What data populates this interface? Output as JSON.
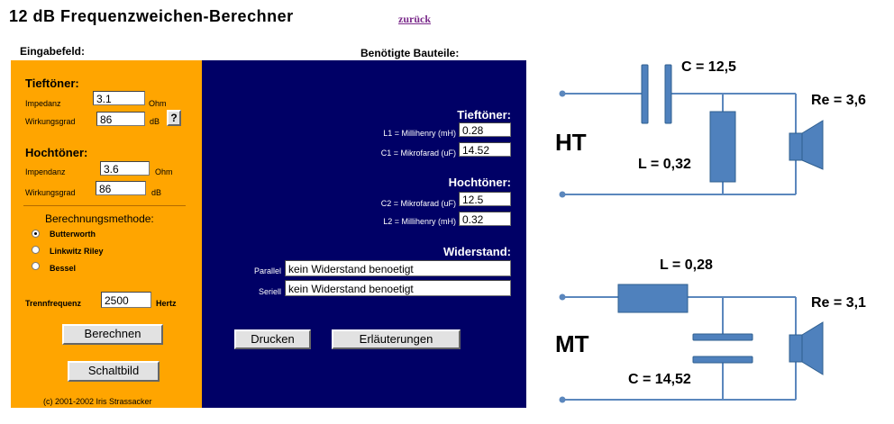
{
  "header": {
    "title": "12 dB Frequenzweichen-Berechner",
    "back_link": "zurück"
  },
  "input_section": {
    "title": "Eingabefeld:",
    "tweeter_low": {
      "title": "Tieftöner:",
      "impedance_label": "Impedanz",
      "impedance_value": "3.1",
      "impedance_unit": "Ohm",
      "efficiency_label": "Wirkungsgrad",
      "efficiency_value": "86",
      "efficiency_unit": "dB",
      "help_label": "?"
    },
    "tweeter_high": {
      "title": "Hochtöner:",
      "impedance_label": "Impendanz",
      "impedance_value": "3.6",
      "impedance_unit": "Ohm",
      "efficiency_label": "Wirkungsgrad",
      "efficiency_value": "86",
      "efficiency_unit": "dB"
    },
    "method": {
      "title": "Berechnungsmethode:",
      "options": [
        "Butterworth",
        "Linkwitz Riley",
        "Bessel"
      ],
      "selected": "Butterworth"
    },
    "crossover": {
      "label": "Trennfrequenz",
      "value": "2500",
      "unit": "Hertz"
    },
    "calc_button": "Berechnen",
    "schematic_button": "Schaltbild",
    "copyright": "(c) 2001-2002 Iris Strassacker"
  },
  "output_section": {
    "title": "Benötigte Bauteile:",
    "low": {
      "title": "Tieftöner:",
      "l1_label": "L1 = Millihenry (mH)",
      "l1_value": "0.28",
      "c1_label": "C1 = Mikrofarad (uF)",
      "c1_value": "14.52"
    },
    "high": {
      "title": "Hochtöner:",
      "c2_label": "C2 = Mikrofarad (uF)",
      "c2_value": "12.5",
      "l2_label": "L2 = Millihenry (mH)",
      "l2_value": "0.32"
    },
    "resistor": {
      "title": "Widerstand:",
      "parallel_label": "Parallel",
      "parallel_value": "kein Widerstand benoetigt",
      "serial_label": "Seriell",
      "serial_value": "kein Widerstand benoetigt"
    },
    "print_button": "Drucken",
    "explain_button": "Erläuterungen"
  },
  "diagram": {
    "ht": {
      "name": "HT",
      "c_label": "C = 12,5",
      "l_label": "L = 0,32",
      "re_label": "Re = 3,6"
    },
    "mt": {
      "name": "MT",
      "l_label": "L = 0,28",
      "c_label": "C = 14,52",
      "re_label": "Re = 3,1"
    },
    "colors": {
      "wire": "#5b87bd",
      "fill": "#4f81bd",
      "stroke": "#2f5f8f"
    }
  }
}
